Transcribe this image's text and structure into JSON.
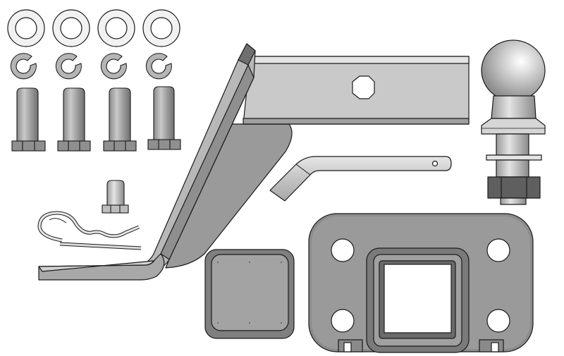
{
  "figure": {
    "palette": {
      "outline": "#1a1a1a",
      "steel_light": "#d2d2d2",
      "steel_mid": "#a9a9a9",
      "steel_dark": "#7d7d7d",
      "chrome_highlight": "#f4f4f4",
      "nut_dark": "#5f5f5f"
    },
    "parts": {
      "washer_count": 4,
      "lock_washer_count": 4,
      "bolt_count": 4,
      "mounting_hole_count": 4
    }
  }
}
